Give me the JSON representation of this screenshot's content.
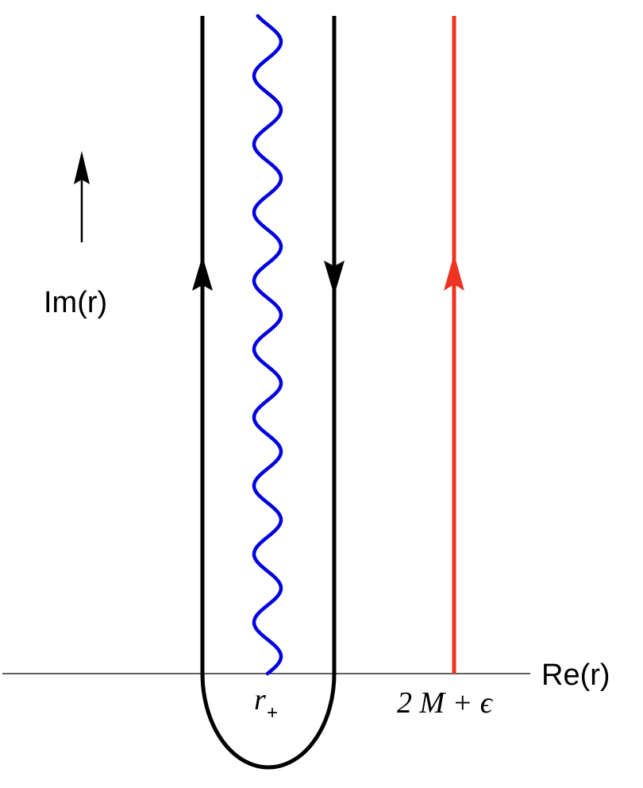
{
  "labels": {
    "imag_axis": "Im(r)",
    "real_axis": "Re(r)",
    "branch_point_base": "r",
    "branch_point_sub": "+",
    "red_contour": "2 M + ϵ"
  },
  "colors": {
    "axis": "#000000",
    "keyhole_contour": "#000000",
    "branch_cut": "#0000e0",
    "red_contour": "#ee3322"
  }
}
